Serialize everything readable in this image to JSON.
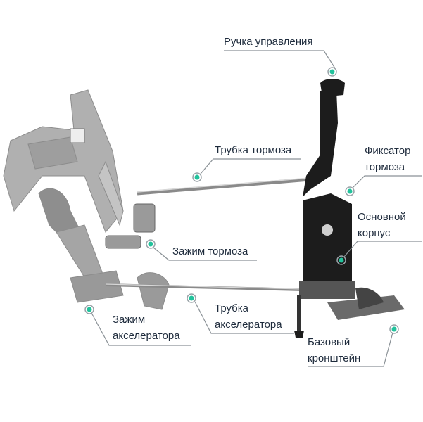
{
  "colors": {
    "text": "#1e2b3c",
    "dot": "#22c29c",
    "ring": "#9aa3a8",
    "line": "#8a9196",
    "device": "#1c1c1c",
    "pedals": "#a8a8a8"
  },
  "labels": {
    "control_handle": [
      "Ручка управления"
    ],
    "brake_tube": [
      "Трубка тормоза"
    ],
    "brake_lock": [
      "Фиксатор",
      "тормоза"
    ],
    "main_body": [
      "Основной",
      "корпус"
    ],
    "brake_clamp": [
      "Зажим тормоза"
    ],
    "accelerator_tube": [
      "Трубка",
      "акселератора"
    ],
    "accelerator_clamp": [
      "Зажим",
      "акселератора"
    ],
    "base_bracket": [
      "Базовый",
      "кронштейн"
    ]
  }
}
